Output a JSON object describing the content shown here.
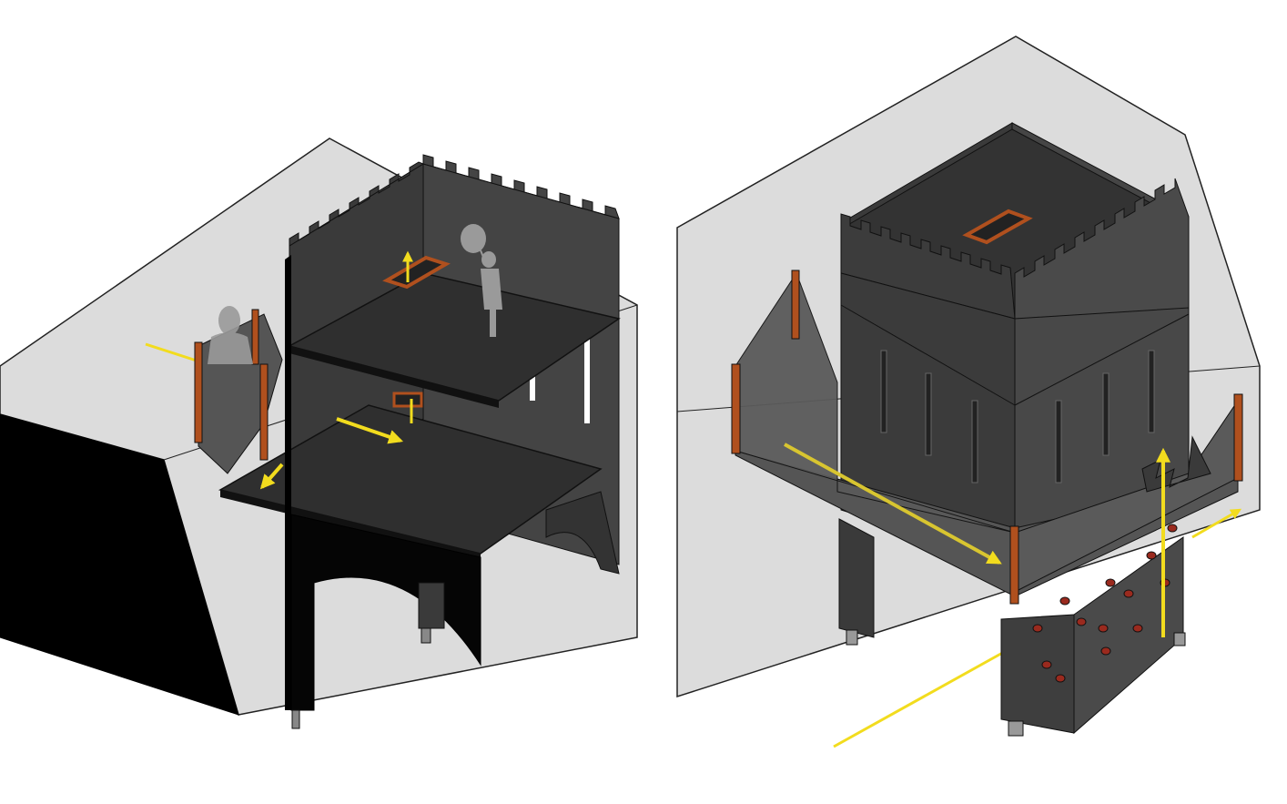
{
  "figure": {
    "panels": [
      {
        "id": "section-view",
        "view": "cutaway"
      },
      {
        "id": "exterior-view",
        "view": "exterior"
      }
    ],
    "colors": {
      "background": "#ffffff",
      "site_ground": "#dcdcdc",
      "site_cut_face": "#000000",
      "structure_dark": "#2e2e2e",
      "structure_mid": "#3c3c3c",
      "structure_light": "#4a4a4a",
      "post_timber": "#b0501e",
      "circulation_arrow": "#f2dc1e",
      "climbing_hold": "#9a2a1e",
      "human_figure": "#9a9a9a"
    }
  }
}
